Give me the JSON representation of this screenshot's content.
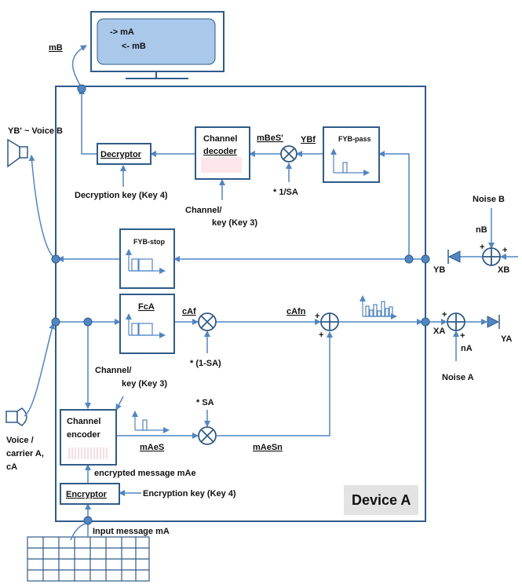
{
  "monitor": {
    "line1": "-> mA",
    "line2": "<- mB"
  },
  "labels": {
    "mB": "mB",
    "voice_b": "YB' ~ Voice B",
    "decryptor": "Decryptor",
    "decryption_key": "Decryption key (Key 4)",
    "channel_decoder_1": "Channel",
    "channel_decoder_2": "decoder",
    "channel_key3_top_1": "Channel/",
    "channel_key3_top_2": "key (Key 3)",
    "mBeS": "mBeS'",
    "YBf": "YBf",
    "one_over_SA": "* 1/SA",
    "fyb_pass": "FYB-pass",
    "noise_b": "Noise B",
    "nB": "nB",
    "fyb_stop": "FYB-stop",
    "YB": "YB",
    "XB": "XB",
    "FcA": "FcA",
    "cAf": "cAf",
    "cAfn": "cAfn",
    "one_minus_SA": "* (1-SA)",
    "XA": "XA",
    "YA": "YA",
    "nA": "nA",
    "noise_a": "Noise A",
    "channel_key3_bot_1": "Channel/",
    "channel_key3_bot_2": "key (Key 3)",
    "SA": "* SA",
    "channel_encoder_1": "Channel",
    "channel_encoder_2": "encoder",
    "mAeS": "mAeS",
    "mAeSn": "mAeSn",
    "voice_carrier_1": "Voice /",
    "voice_carrier_2": "carrier A,",
    "voice_carrier_3": "cA",
    "encrypted_message": "encrypted message mAe",
    "encryptor": "Encryptor",
    "encryption_key": "Encryption key (Key 4)",
    "input_message": "Input message mA",
    "device_a": "Device A",
    "plus": "+"
  },
  "colors": {
    "line": "#4f86c6",
    "box": "#2f5b8a",
    "monitor_fill": "#a9c8ea",
    "device_label_bg": "#e3e3e3"
  }
}
